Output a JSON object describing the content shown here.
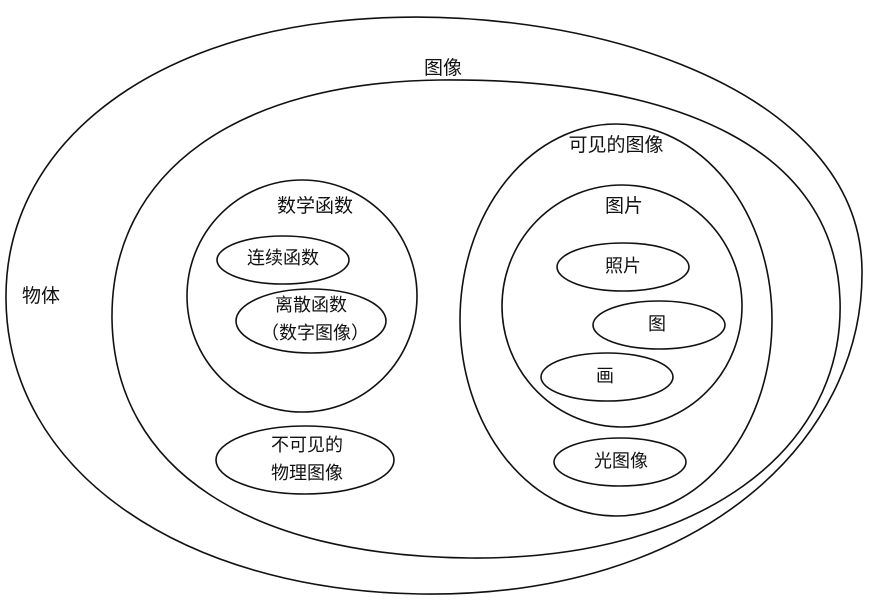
{
  "labels": {
    "object": "物体",
    "image": "图像",
    "math_function": "数学函数",
    "continuous_function": "连续函数",
    "discrete_function_line1": "离散函数",
    "discrete_function_line2": "（数字图像）",
    "invisible_image_line1": "不可见的",
    "invisible_image_line2": "物理图像",
    "visible_image": "可见的图像",
    "picture": "图片",
    "photo": "照片",
    "drawing": "图",
    "painting": "画",
    "optical_image": "光图像"
  },
  "colors": {
    "stroke": "#111111",
    "background": "#ffffff"
  }
}
